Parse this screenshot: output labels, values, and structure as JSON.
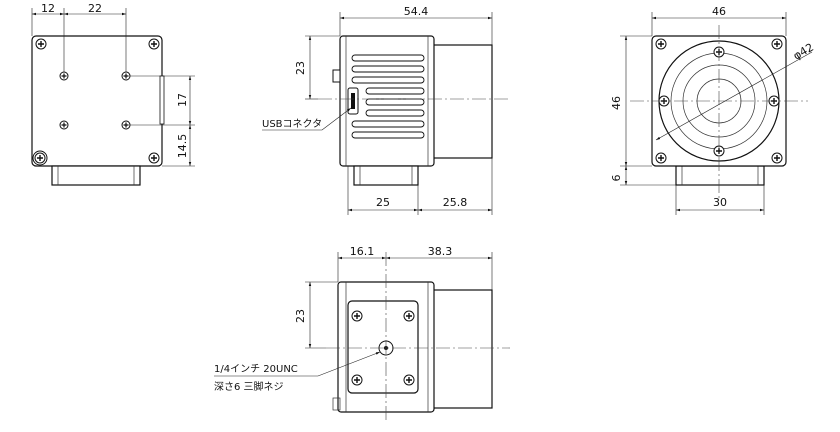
{
  "dimensions": {
    "left_top_width_1": "12",
    "left_top_width_2": "22",
    "left_height_1": "17",
    "left_height_2": "14.5",
    "side_length": "54.4",
    "side_height": "23",
    "side_bottom_1": "25",
    "side_bottom_2": "25.8",
    "front_width": "46",
    "front_height": "46",
    "front_diameter": "φ42",
    "front_small": "6",
    "front_bottom": "30",
    "bottom_top_1": "16.1",
    "bottom_top_2": "38.3",
    "bottom_height": "23"
  },
  "annotations": {
    "usb": "USBコネクタ",
    "tripod_1": "1/4インチ 20UNC",
    "tripod_2": "深さ6 三脚ネジ"
  }
}
